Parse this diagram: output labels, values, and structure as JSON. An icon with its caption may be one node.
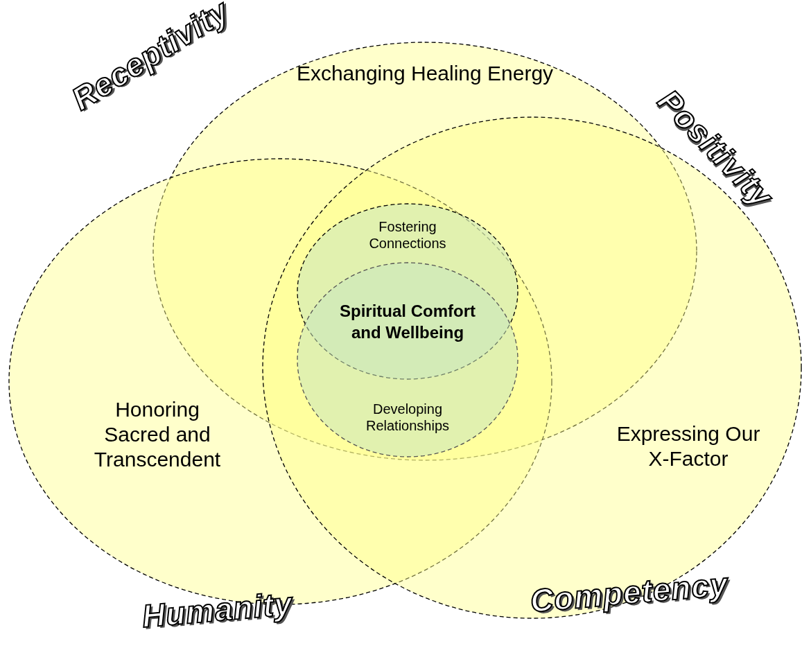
{
  "diagram": {
    "nodes": [
      {
        "text": [
          "Exchanging Healing Energy"
        ]
      },
      {
        "text": [
          "Honoring Sacred and Transcendent"
        ]
      },
      {
        "text": [
          "Expressing Our X-Factor"
        ]
      },
      {
        "text": [
          "Fostering Connections"
        ]
      },
      {
        "text": [
          "Developing Relationships"
        ]
      }
    ],
    "edges": [],
    "labels": [
      "Receptivity",
      "Positivity",
      "Spiritual Comfort and Wellbeing",
      "Humanity",
      "Competency"
    ]
  }
}
